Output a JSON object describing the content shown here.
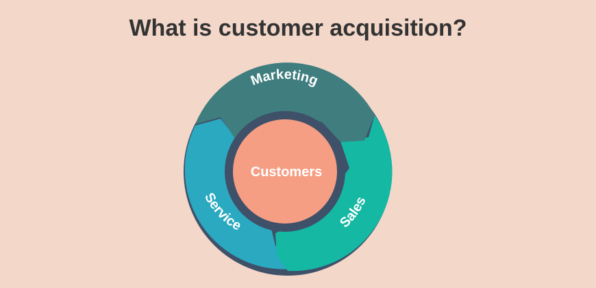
{
  "title": "What is customer acquisition?",
  "flywheel": {
    "hub": {
      "label": "Customers",
      "color": "#f59e83"
    },
    "segments": [
      {
        "label": "Marketing",
        "color": "#3f7d7f"
      },
      {
        "label": "Sales",
        "color": "#14b8a3"
      },
      {
        "label": "Service",
        "color": "#2aa9c1"
      }
    ],
    "ring_color": "#3f5069"
  },
  "background_color": "#f3d7c9"
}
